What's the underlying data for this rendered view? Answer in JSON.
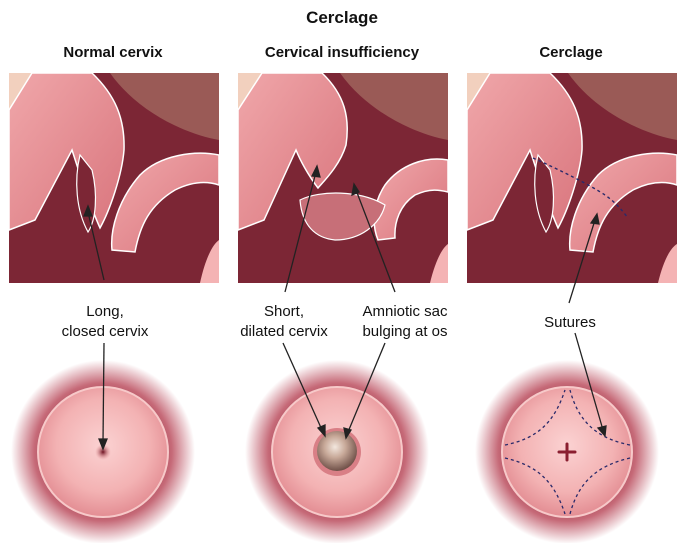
{
  "title": "Cerclage",
  "panels": [
    {
      "heading": "Normal cervix"
    },
    {
      "heading": "Cervical insufficiency"
    },
    {
      "heading": "Cerclage"
    }
  ],
  "labels": {
    "normal": [
      "Long,",
      "closed cervix"
    ],
    "short": [
      "Short,",
      "dilated cervix"
    ],
    "sac": [
      "Amniotic sac",
      "bulging at os"
    ],
    "sutures": [
      "Sutures"
    ]
  },
  "colors": {
    "tissue": "#e58e92",
    "tissue_light": "#f4b3b4",
    "cavity": "#7c2635",
    "skin": "#f2d0be",
    "sac": "#b9988a"
  }
}
